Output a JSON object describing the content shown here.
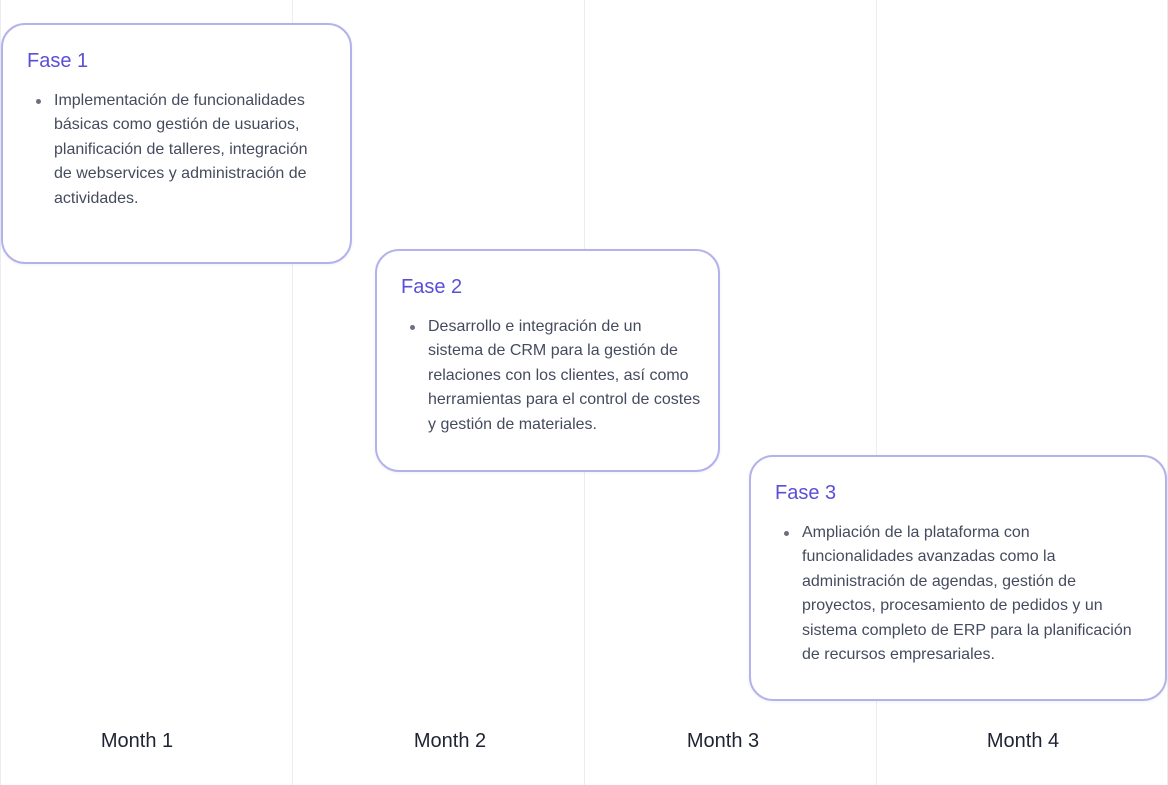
{
  "months": [
    {
      "label": "Month 1"
    },
    {
      "label": "Month 2"
    },
    {
      "label": "Month 3"
    },
    {
      "label": "Month 4"
    }
  ],
  "phases": [
    {
      "title": "Fase 1",
      "items": [
        "Implementación de funcionalidades básicas como gestión de usuarios, planificación de talleres, integración de webservices y administración de actividades."
      ]
    },
    {
      "title": "Fase 2",
      "items": [
        "Desarrollo e integración de un sistema de CRM para la gestión de relaciones con los clientes, así como herramientas para el control de costes y gestión de materiales."
      ]
    },
    {
      "title": "Fase 3",
      "items": [
        "Ampliación de la plataforma con funcionalidades avanzadas como la administración de agendas, gestión de proyectos, procesamiento de pedidos y un sistema completo de ERP para la planificación de recursos empresariales."
      ]
    }
  ],
  "colors": {
    "card_border": "#b4b2ec",
    "phase_title": "#5a4fd6",
    "body_text": "#454b5e",
    "month_text": "#1f2333",
    "grid_line": "#ececf1"
  }
}
